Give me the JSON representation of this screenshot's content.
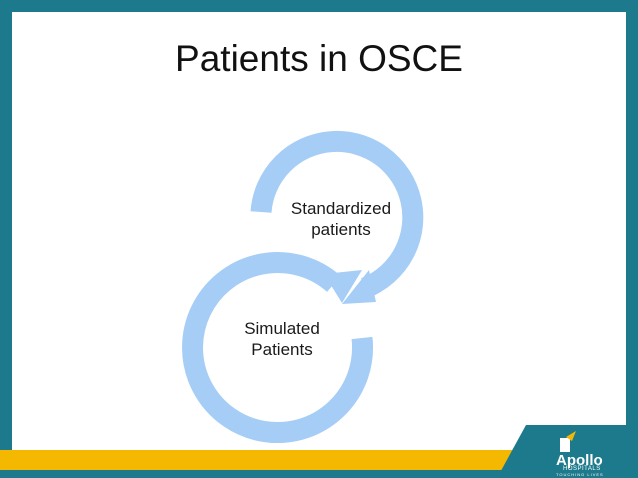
{
  "slide": {
    "title": "Patients in OSCE"
  },
  "diagram": {
    "nodes": [
      {
        "line1": "Standardized",
        "line2": "patients"
      },
      {
        "line1": "Simulated",
        "line2": "Patients"
      }
    ],
    "ring_color": "#a6cdf6"
  },
  "footer": {
    "brand": "Apollo",
    "sub": "HOSPITALS",
    "tagline": "TOUCHING LIVES",
    "bar_color": "#f5b800",
    "band_color": "#1d7a8c"
  }
}
